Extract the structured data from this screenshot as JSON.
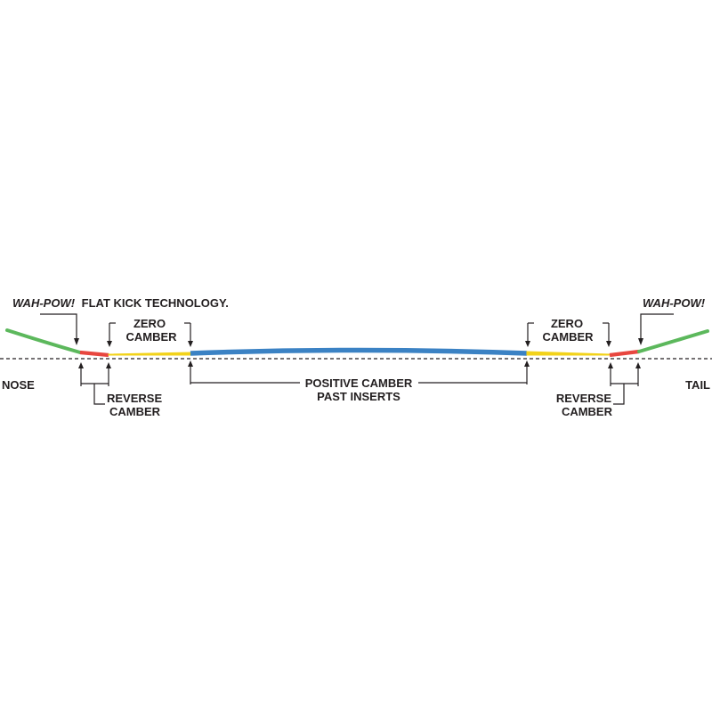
{
  "labels": {
    "nose": "NOSE",
    "tail": "TAIL",
    "wah_pow_nose": "WAH-POW!",
    "flat_kick": "FLAT KICK TECHNOLOGY.",
    "wah_pow_tail": "WAH-POW!",
    "zero_camber_left": [
      "ZERO",
      "CAMBER"
    ],
    "zero_camber_right": [
      "ZERO",
      "CAMBER"
    ],
    "reverse_camber_left": [
      "REVERSE",
      "CAMBER"
    ],
    "reverse_camber_right": [
      "REVERSE",
      "CAMBER"
    ],
    "positive_camber": [
      "POSITIVE CAMBER",
      "PAST INSERTS"
    ]
  },
  "colors": {
    "kick": "#5cb85c",
    "reverse": "#e8463f",
    "zero": "#f2d21a",
    "positive": "#3b82c4",
    "ink": "#231f20"
  }
}
